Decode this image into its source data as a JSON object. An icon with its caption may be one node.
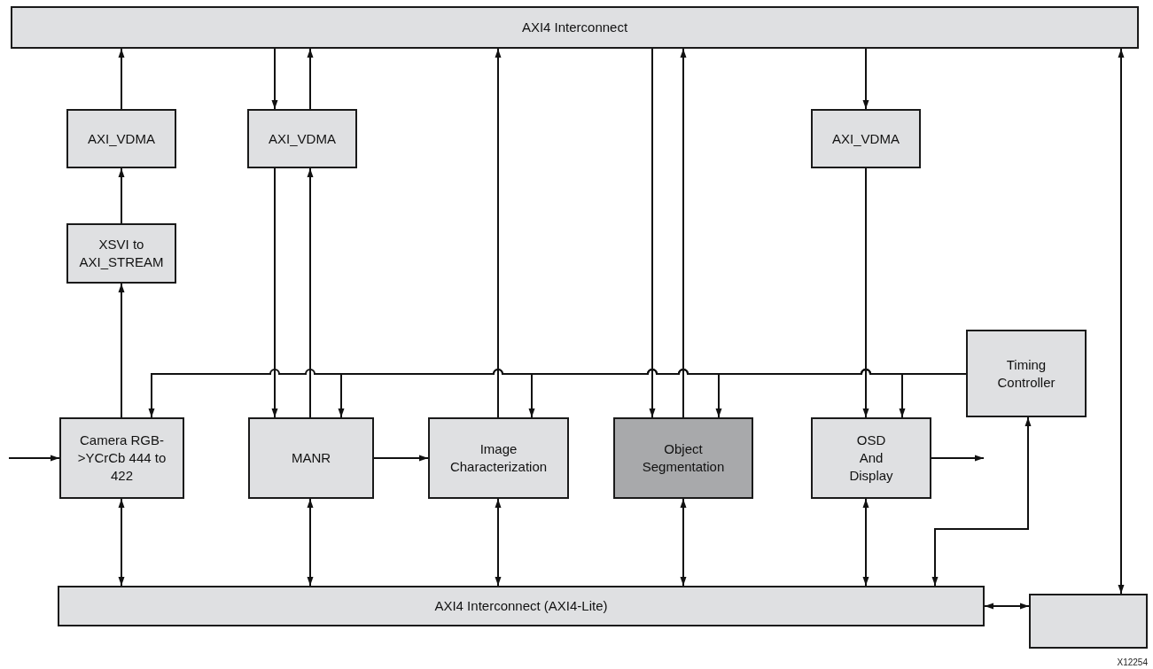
{
  "diagram": {
    "nodes": [
      {
        "text": [
          "AXI4 Interconnect"
        ]
      },
      {
        "text": [
          "AXI_VDMA"
        ]
      },
      {
        "text": [
          "AXI_VDMA"
        ]
      },
      {
        "text": [
          "AXI_VDMA"
        ]
      },
      {
        "text": [
          "XSVI to AXI_STREAM"
        ]
      },
      {
        "text": [
          "Camera RGB->YCrCb 444 to 422"
        ]
      },
      {
        "text": [
          "MANR"
        ]
      },
      {
        "text": [
          "Image Characterization"
        ]
      },
      {
        "text": [
          "Object Segmentation"
        ]
      },
      {
        "text": [
          "OSD And Display"
        ]
      },
      {
        "text": [
          "Timing Controller"
        ]
      },
      {
        "text": [
          "AXI4 Interconnect (AXI4-Lite)"
        ]
      },
      {
        "text": [],
        "shape": "box"
      }
    ],
    "edges": [
      {
        "from": 1,
        "to": 0,
        "arrow": "to"
      },
      {
        "from": 0,
        "to": 2,
        "arrow": "to"
      },
      {
        "from": 2,
        "to": 0,
        "arrow": "to"
      },
      {
        "from": 7,
        "to": 0,
        "arrow": "to"
      },
      {
        "from": 0,
        "to": 8,
        "arrow": "to"
      },
      {
        "from": 8,
        "to": 0,
        "arrow": "to"
      },
      {
        "from": 0,
        "to": 3,
        "arrow": "to"
      },
      {
        "from": 4,
        "to": 1,
        "arrow": "to"
      },
      {
        "from": 5,
        "to": 4,
        "arrow": "to"
      },
      {
        "from": 2,
        "to": 6,
        "arrow": "to"
      },
      {
        "from": 6,
        "to": 2,
        "arrow": "to"
      },
      {
        "from": 3,
        "to": 9,
        "arrow": "to"
      },
      {
        "from": null,
        "to": 5,
        "arrow": "to"
      },
      {
        "from": 6,
        "to": 7,
        "arrow": "to"
      },
      {
        "from": 9,
        "to": null,
        "arrow": "to"
      },
      {
        "from": 10,
        "to": 5,
        "arrow": "to"
      },
      {
        "from": 10,
        "to": 6,
        "arrow": "to"
      },
      {
        "from": 10,
        "to": 7,
        "arrow": "to"
      },
      {
        "from": 10,
        "to": 8,
        "arrow": "to"
      },
      {
        "from": 10,
        "to": 9,
        "arrow": "to"
      },
      {
        "from": 5,
        "to": 11,
        "arrow": "both"
      },
      {
        "from": 6,
        "to": 11,
        "arrow": "both"
      },
      {
        "from": 7,
        "to": 11,
        "arrow": "both"
      },
      {
        "from": 8,
        "to": 11,
        "arrow": "both"
      },
      {
        "from": 9,
        "to": 11,
        "arrow": "both"
      },
      {
        "from": 11,
        "to": 10,
        "arrow": "both"
      },
      {
        "from": 11,
        "to": 12,
        "arrow": "both"
      },
      {
        "from": 0,
        "to": 12,
        "arrow": "both"
      }
    ],
    "labels": [
      "X12254"
    ]
  }
}
